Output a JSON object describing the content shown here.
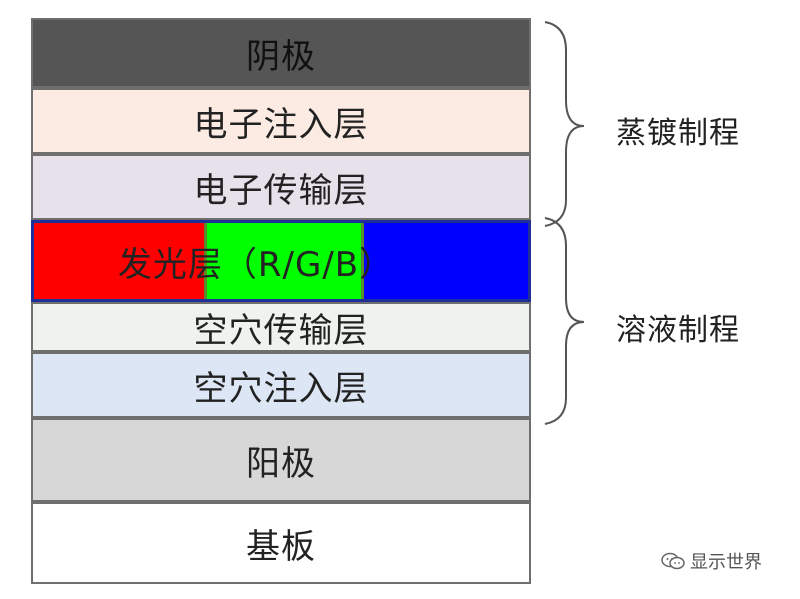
{
  "layers": {
    "cathode": {
      "label": "阴极",
      "color": "#555555"
    },
    "eil": {
      "label": "电子注入层",
      "color": "#fcebe3"
    },
    "etl": {
      "label": "电子传输层",
      "color": "#e6e1ea"
    },
    "eml": {
      "label": "发光层（R/G/B）",
      "red": "#ff0000",
      "green": "#00ff00",
      "blue": "#0000ff"
    },
    "htl": {
      "label": "空穴传输层",
      "color": "#eef3ee"
    },
    "hil": {
      "label": "空穴注入层",
      "color": "#dde6f4"
    },
    "anode": {
      "label": "阳极",
      "color": "#d8d7d8"
    },
    "substrate": {
      "label": "基板",
      "color": "#ffffff"
    }
  },
  "processes": {
    "vapor": "蒸镀制程",
    "solution": "溶液制程"
  },
  "watermark": {
    "text": "显示世界",
    "icon": "wechat-icon"
  },
  "colors": {
    "border": "#6f6f6f",
    "bracket": "#555555",
    "text": "#222222"
  }
}
